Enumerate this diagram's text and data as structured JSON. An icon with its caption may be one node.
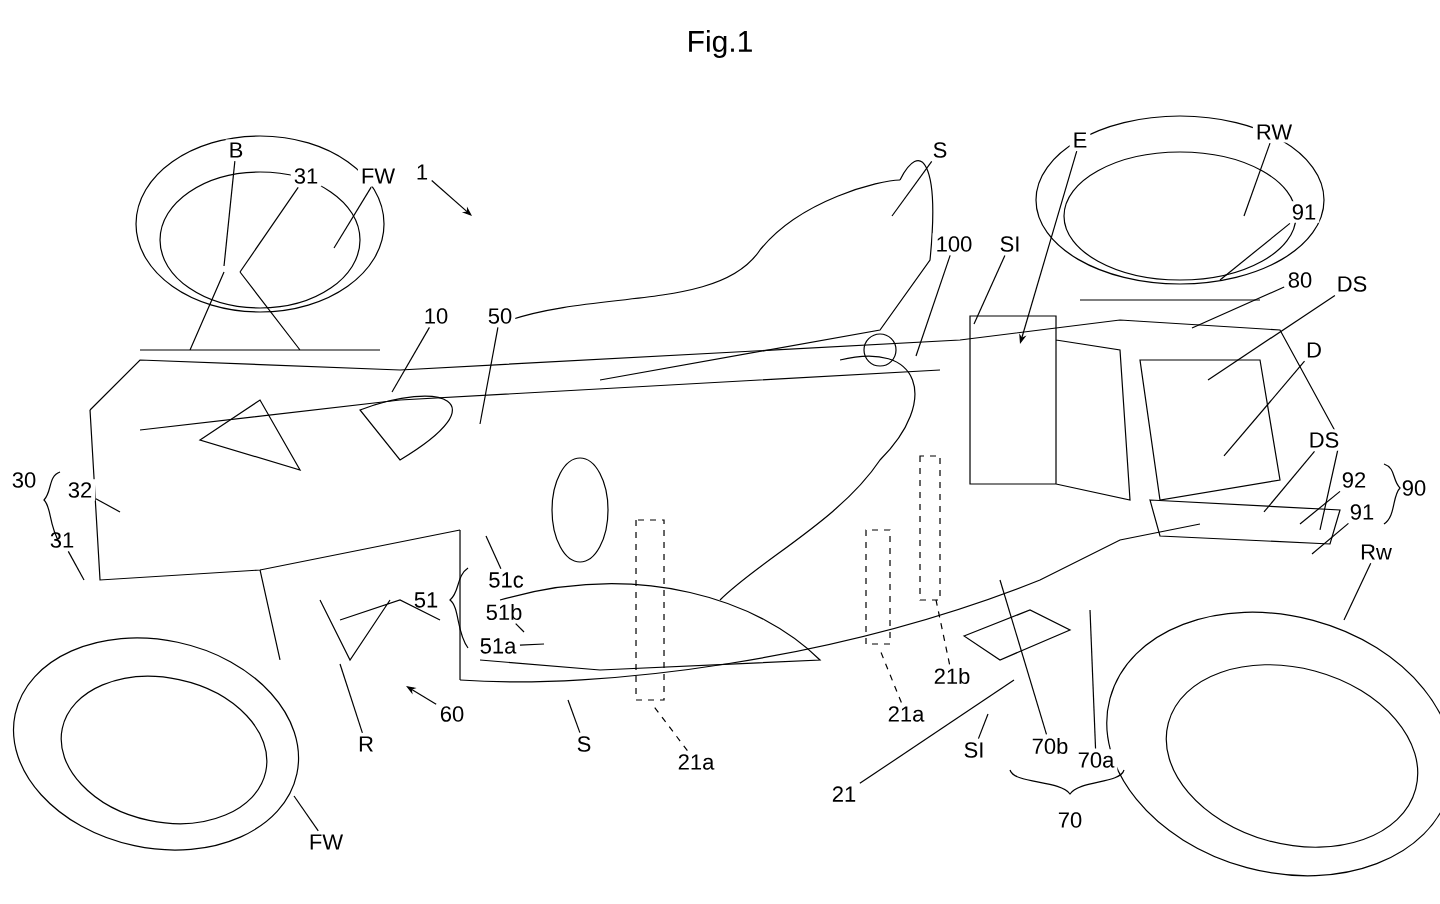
{
  "diagram": {
    "title": "Fig.1",
    "nodes": [
      {
        "text": [
          "B"
        ]
      },
      {
        "text": [
          "31"
        ]
      },
      {
        "text": [
          "FW"
        ]
      },
      {
        "text": [
          "1"
        ]
      },
      {
        "text": [
          "10"
        ]
      },
      {
        "text": [
          "50"
        ]
      },
      {
        "text": [
          "S"
        ]
      },
      {
        "text": [
          "100"
        ]
      },
      {
        "text": [
          "SI"
        ]
      },
      {
        "text": [
          "E"
        ]
      },
      {
        "text": [
          "RW"
        ]
      },
      {
        "text": [
          "91"
        ]
      },
      {
        "text": [
          "80"
        ]
      },
      {
        "text": [
          "DS"
        ]
      },
      {
        "text": [
          "D"
        ]
      },
      {
        "text": [
          "DS"
        ]
      },
      {
        "text": [
          "92"
        ]
      },
      {
        "text": [
          "91"
        ]
      },
      {
        "text": [
          "Rw"
        ]
      },
      {
        "text": [
          "32"
        ]
      },
      {
        "text": [
          "31"
        ]
      },
      {
        "text": [
          "51c"
        ]
      },
      {
        "text": [
          "51b"
        ]
      },
      {
        "text": [
          "51a"
        ]
      },
      {
        "text": [
          "60"
        ]
      },
      {
        "text": [
          "R"
        ]
      },
      {
        "text": [
          "FW"
        ]
      },
      {
        "text": [
          "S"
        ]
      },
      {
        "text": [
          "21a"
        ]
      },
      {
        "text": [
          "21a"
        ]
      },
      {
        "text": [
          "21b"
        ]
      },
      {
        "text": [
          "SI"
        ]
      },
      {
        "text": [
          "21"
        ]
      },
      {
        "text": [
          "70b"
        ]
      },
      {
        "text": [
          "70a"
        ]
      }
    ],
    "edges": [
      {
        "from": 0,
        "to": null,
        "arrow": "none"
      },
      {
        "from": 1,
        "to": null,
        "arrow": "none"
      },
      {
        "from": 2,
        "to": null,
        "arrow": "none"
      },
      {
        "from": 3,
        "to": null,
        "arrow": "to"
      },
      {
        "from": 4,
        "to": null,
        "arrow": "none"
      },
      {
        "from": 5,
        "to": null,
        "arrow": "none"
      },
      {
        "from": 6,
        "to": null,
        "arrow": "none"
      },
      {
        "from": 7,
        "to": null,
        "arrow": "none"
      },
      {
        "from": 8,
        "to": null,
        "arrow": "none"
      },
      {
        "from": 9,
        "to": null,
        "arrow": "to"
      },
      {
        "from": 10,
        "to": null,
        "arrow": "none"
      },
      {
        "from": 11,
        "to": null,
        "arrow": "none"
      },
      {
        "from": 12,
        "to": null,
        "arrow": "none"
      },
      {
        "from": 13,
        "to": null,
        "arrow": "none"
      },
      {
        "from": 14,
        "to": null,
        "arrow": "none"
      },
      {
        "from": 15,
        "to": null,
        "arrow": "none"
      },
      {
        "from": 16,
        "to": null,
        "arrow": "none"
      },
      {
        "from": 17,
        "to": null,
        "arrow": "none"
      },
      {
        "from": 18,
        "to": null,
        "arrow": "none"
      },
      {
        "from": 19,
        "to": null,
        "arrow": "none"
      },
      {
        "from": 20,
        "to": null,
        "arrow": "none"
      },
      {
        "from": 21,
        "to": null,
        "arrow": "none"
      },
      {
        "from": 22,
        "to": null,
        "arrow": "none"
      },
      {
        "from": 23,
        "to": null,
        "arrow": "none"
      },
      {
        "from": 24,
        "to": null,
        "arrow": "to"
      },
      {
        "from": 25,
        "to": null,
        "arrow": "none"
      },
      {
        "from": 26,
        "to": null,
        "arrow": "none"
      },
      {
        "from": 27,
        "to": null,
        "arrow": "none"
      },
      {
        "from": 28,
        "to": null,
        "arrow": "none",
        "style": "dashed"
      },
      {
        "from": 29,
        "to": null,
        "arrow": "none",
        "style": "dashed"
      },
      {
        "from": 30,
        "to": null,
        "arrow": "none",
        "style": "dashed"
      },
      {
        "from": 31,
        "to": null,
        "arrow": "none"
      },
      {
        "from": 32,
        "to": null,
        "arrow": "none"
      },
      {
        "from": 33,
        "to": null,
        "arrow": "none"
      },
      {
        "from": 34,
        "to": null,
        "arrow": "none"
      }
    ],
    "labels": [
      "30",
      "51",
      "90",
      "70"
    ]
  }
}
